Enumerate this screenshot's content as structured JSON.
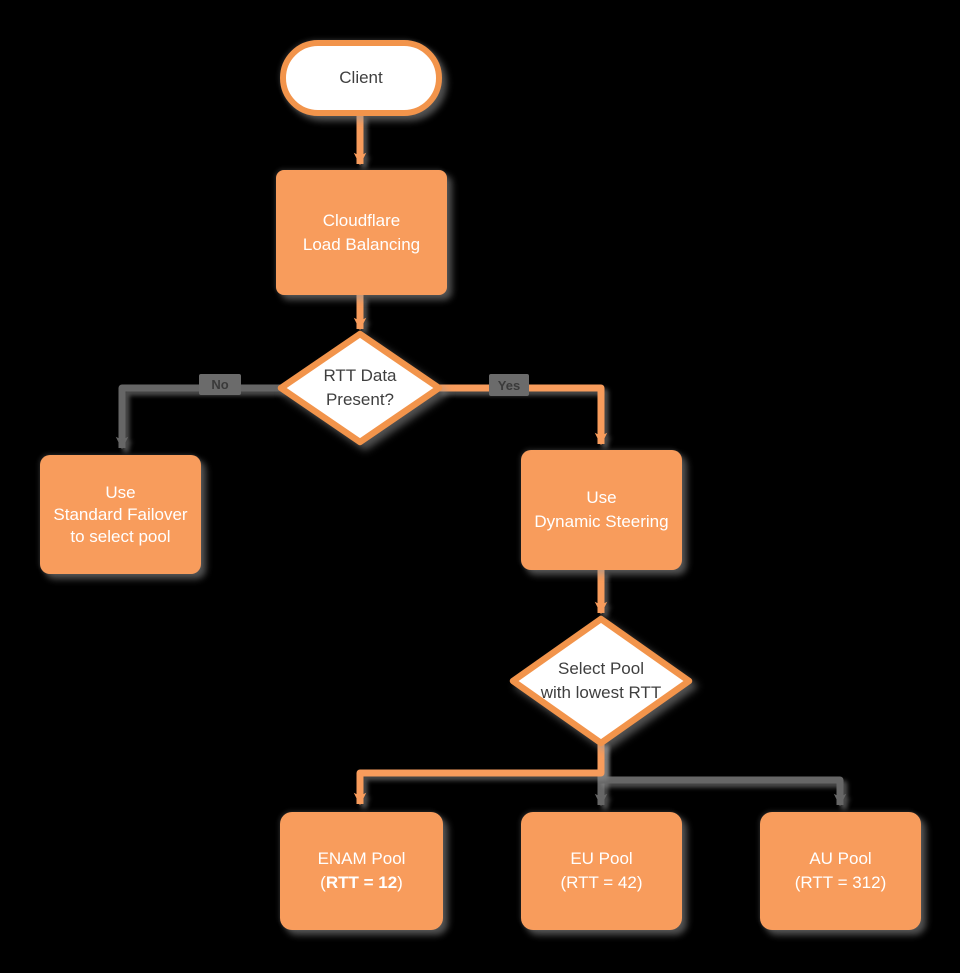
{
  "colors": {
    "background": "#000000",
    "node_fill": "#F89C5C",
    "node_border": "#F2944B",
    "connector_gray": "#666666",
    "text_dark": "#3F3F3F",
    "text_light": "#FFFFFF",
    "badge_bg": "#6B6B6B",
    "badge_text": "#3A3A3A"
  },
  "nodes": {
    "client": {
      "label": "Client"
    },
    "cloudflare_lb": {
      "lines": [
        "Cloudflare",
        "Load Balancing"
      ]
    },
    "rtt_decision": {
      "lines": [
        "RTT Data",
        "Present?"
      ]
    },
    "standard_failover": {
      "lines": [
        "Use",
        "Standard Failover",
        "to select pool"
      ]
    },
    "dynamic_steering": {
      "lines": [
        "Use",
        "Dynamic Steering"
      ]
    },
    "select_pool": {
      "lines": [
        "Select Pool",
        "with lowest RTT"
      ]
    },
    "enam_pool": {
      "title": "ENAM Pool",
      "rtt_open": "(",
      "rtt_bold": "RTT = 12",
      "rtt_close": ")"
    },
    "eu_pool": {
      "lines": [
        "EU Pool",
        "(RTT = 42)"
      ]
    },
    "au_pool": {
      "lines": [
        "AU Pool",
        "(RTT = 312)"
      ]
    }
  },
  "edges": {
    "no_label": "No",
    "yes_label": "Yes"
  }
}
